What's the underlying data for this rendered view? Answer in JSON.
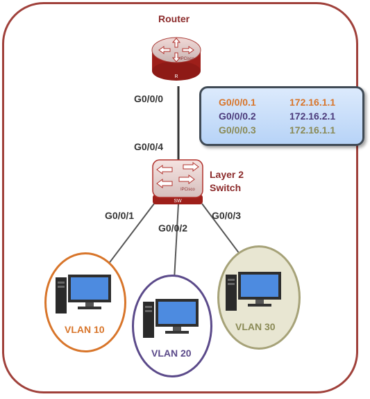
{
  "router": {
    "title": "Router",
    "icon_text": "IPCisco",
    "badge": "R"
  },
  "switch": {
    "title_line1": "Layer 2",
    "title_line2": "Switch",
    "icon_text": "IPCisco",
    "badge": "SW"
  },
  "links": {
    "router_port": "G0/0/0",
    "switch_uplink": "G0/0/4",
    "port1": "G0/0/1",
    "port2": "G0/0/2",
    "port3": "G0/0/3"
  },
  "subinterfaces": [
    {
      "name": "G0/0/0.1",
      "ip": "172.16.1.1",
      "color": "#d8752a"
    },
    {
      "name": "G0/0/0.2",
      "ip": "172.16.2.1",
      "color": "#4b3a7a"
    },
    {
      "name": "G0/0/0.3",
      "ip": "172.16.1.1",
      "color": "#8a8a56"
    }
  ],
  "vlans": [
    {
      "label": "VLAN 10",
      "color": "#d8752a",
      "fill": "#ffffff"
    },
    {
      "label": "VLAN 20",
      "color": "#5b4a8a",
      "fill": "#ffffff"
    },
    {
      "label": "VLAN 30",
      "color": "#a6a278",
      "fill": "#e8e6d2"
    }
  ]
}
